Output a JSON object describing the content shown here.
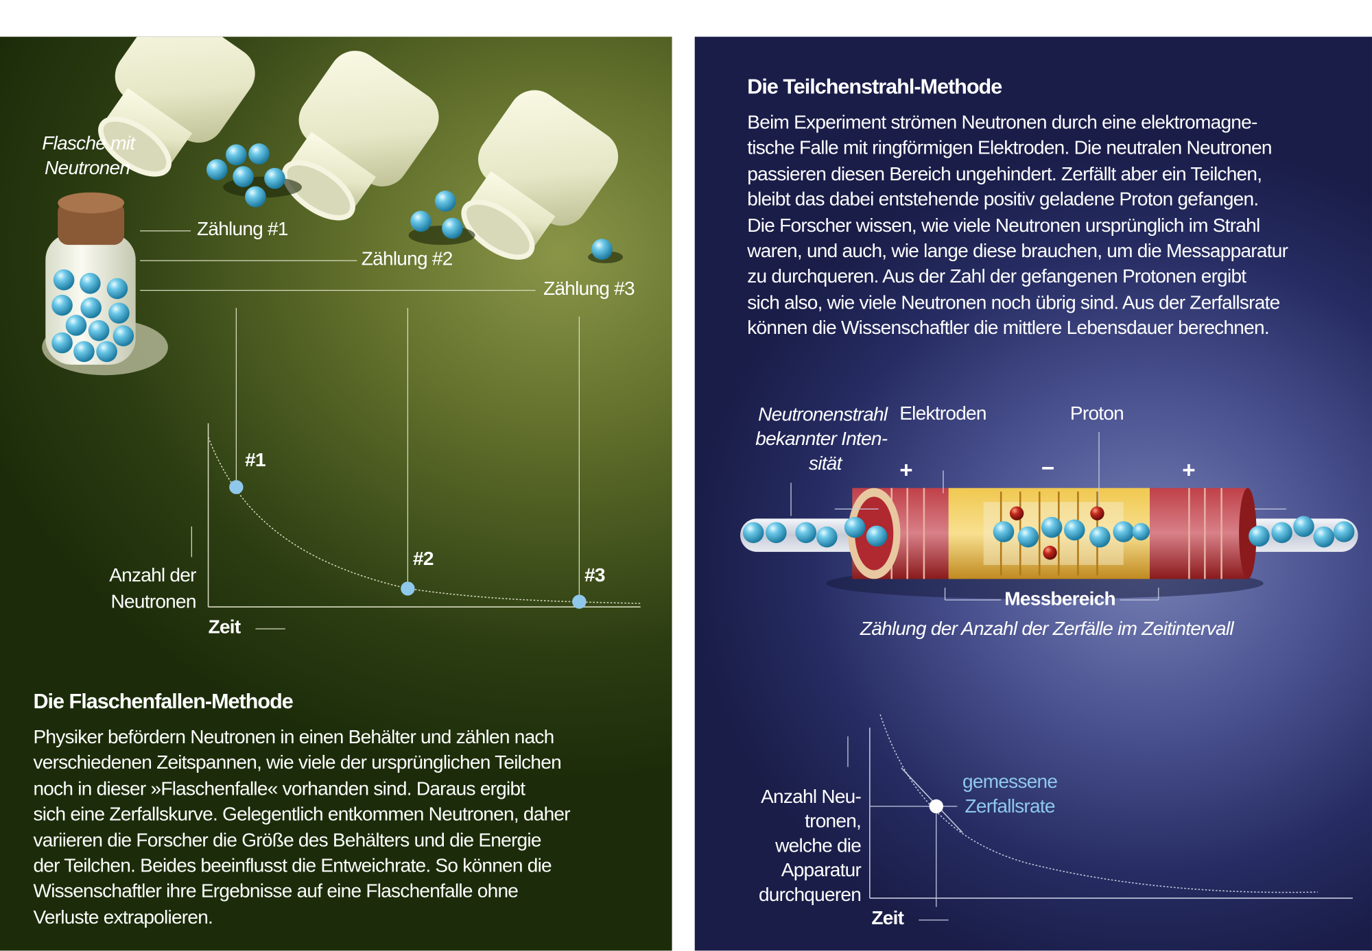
{
  "left": {
    "title": "Die Flaschenfallen-Methode",
    "body_lines": [
      "Physiker befördern Neutronen in einen Behälter und zählen nach",
      "verschiedenen Zeitspannen, wie viele der ursprünglichen Teilchen",
      "noch in dieser »Flaschenfalle« vorhanden sind. Daraus ergibt",
      "sich eine Zerfallskurve. Gelegentlich entkommen Neutronen, daher",
      "variieren die Forscher die Größe des Behälters und die Energie",
      "der Teilchen. Beides beeinflusst die Entweichrate. So können die",
      "Wissenschaftler ihre Ergebnisse auf eine Flaschenfalle ohne",
      "Verluste extrapolieren."
    ],
    "bottle_label_lines": [
      "Flasche mit",
      "Neutronen"
    ],
    "counts": [
      "Zählung #1",
      "Zählung #2",
      "Zählung #3"
    ],
    "graph": {
      "point_labels": [
        "#1",
        "#2",
        "#3"
      ],
      "ylabel_lines": [
        "Anzahl der",
        "Neutronen"
      ],
      "xlabel": "Zeit"
    }
  },
  "right": {
    "title": "Die Teilchenstrahl-Methode",
    "body_lines": [
      "Beim Experiment strömen Neutronen durch eine elektromagne-",
      "tische Falle mit ringförmigen Elektroden. Die neutralen Neutronen",
      "passieren diesen Bereich ungehindert. Zerfällt aber ein Teilchen,",
      "bleibt das dabei entstehende positiv geladene Proton gefangen.",
      "Die Forscher wissen, wie viele Neutronen ursprünglich im Strahl",
      "waren, und auch, wie lange diese brauchen, um die Messapparatur",
      "zu durchqueren. Aus der Zahl der gefangenen Protonen ergibt",
      "sich also, wie viele Neutronen noch übrig sind. Aus der Zerfallsrate",
      "können die Wissenschaftler die mittlere Lebensdauer berechnen."
    ],
    "beam_label_lines": [
      "Neutronenstrahl",
      "bekannter Inten-",
      "sität"
    ],
    "electrodes_label": "Elektroden",
    "proton_label": "Proton",
    "charges": [
      "+",
      "−",
      "+"
    ],
    "measure_label": "Messbereich",
    "caption": "Zählung der Anzahl der Zerfälle im Zeitintervall",
    "graph": {
      "ylabel_lines": [
        "Anzahl Neu-",
        "tronen,",
        "welche die",
        "Apparatur",
        "durchqueren"
      ],
      "rate_label_lines": [
        "gemessene",
        "Zerfallsrate"
      ],
      "xlabel": "Zeit"
    }
  },
  "colors": {
    "green_panel": "#5f6e2a",
    "blue_panel": "#262c62",
    "neutron": "#4fb6da",
    "proton": "#b0241c",
    "electrode_red": "#a8282c",
    "electrode_gold": "#e2b23c"
  }
}
